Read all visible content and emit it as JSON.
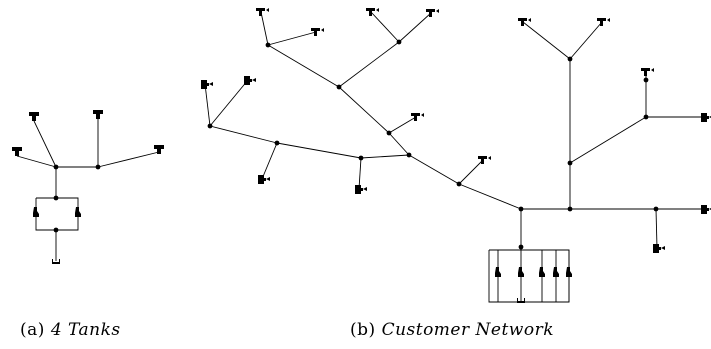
{
  "captions": [
    {
      "prefix": "(a)",
      "label": "4 Tanks"
    },
    {
      "prefix": "(b)",
      "label": "Customer Network"
    }
  ],
  "icons": {
    "tank": "tank-icon",
    "tank_small": "small-tank-icon",
    "valve": "valve-icon",
    "source": "source-icon",
    "node": "junction-node"
  }
}
